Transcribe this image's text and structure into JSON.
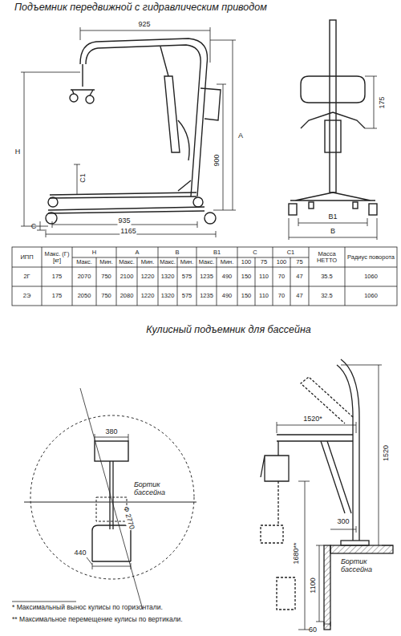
{
  "diagram": {
    "title": "Подъемник передвижной с гидравлическим приводом",
    "labels": [
      "925",
      "H",
      "A",
      "900",
      "C1",
      "C",
      "935",
      "1165",
      "175",
      "B1",
      "B",
      "ИПП",
      "Макс. (Г) [кг]",
      "H",
      "A",
      "B",
      "B1",
      "C",
      "C1",
      "Масса НЕТТО",
      "Радиус поворота",
      "Макс.",
      "Мин.",
      "Макс.",
      "Мин.",
      "Макс.",
      "Мин.",
      "Макс.",
      "Мин.",
      "100",
      "75",
      "100",
      "75",
      "2Г",
      "175",
      "2070",
      "750",
      "2100",
      "1220",
      "1320",
      "575",
      "1235",
      "490",
      "150",
      "110",
      "70",
      "47",
      "35.5",
      "1060",
      "2Э",
      "175",
      "2050",
      "750",
      "2080",
      "1220",
      "1320",
      "575",
      "1235",
      "490",
      "150",
      "110",
      "70",
      "47",
      "32.5",
      "1060",
      "Кулисный подъемник для бассейна",
      "380",
      "Бортик бассейна",
      "Ф 2770",
      "440",
      "1520*",
      "1520",
      "300",
      "1680**",
      "1100",
      "Бортик бассейна",
      "60",
      "* Максимальный вынос кулисы по горизонтали.",
      "** Максимальное перемещение кулисы по вертикали."
    ]
  }
}
